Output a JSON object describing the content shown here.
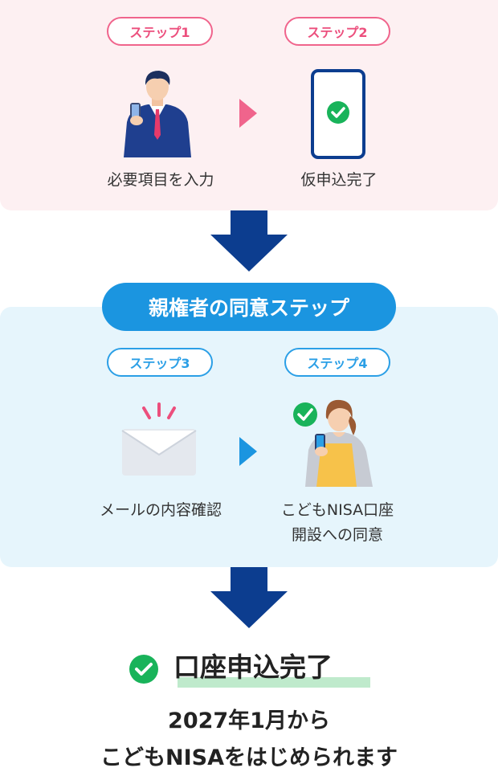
{
  "step1": {
    "badge": "ステップ1",
    "label": "必要項目を入力"
  },
  "step2": {
    "badge": "ステップ2",
    "label": "仮申込完了"
  },
  "guardian_banner": "親権者の同意ステップ",
  "step3": {
    "badge": "ステップ3",
    "label": "メールの内容確認"
  },
  "step4": {
    "badge": "ステップ4",
    "label_line1": "こどもNISA口座",
    "label_line2": "開設への同意"
  },
  "completion": {
    "title": "口座申込完了"
  },
  "footer": {
    "line1": "2027年1月から",
    "line2": "こどもNISAをはじめられます"
  },
  "colors": {
    "pink": "#ec4f7d",
    "blue": "#1b95e0",
    "navy": "#0c3d8f",
    "green": "#19b35a"
  },
  "icons": [
    "businessman-icon",
    "phone-check-icon",
    "envelope-icon",
    "woman-with-phone-icon",
    "check-circle-icon",
    "down-arrow-icon",
    "right-triangle-icon"
  ]
}
